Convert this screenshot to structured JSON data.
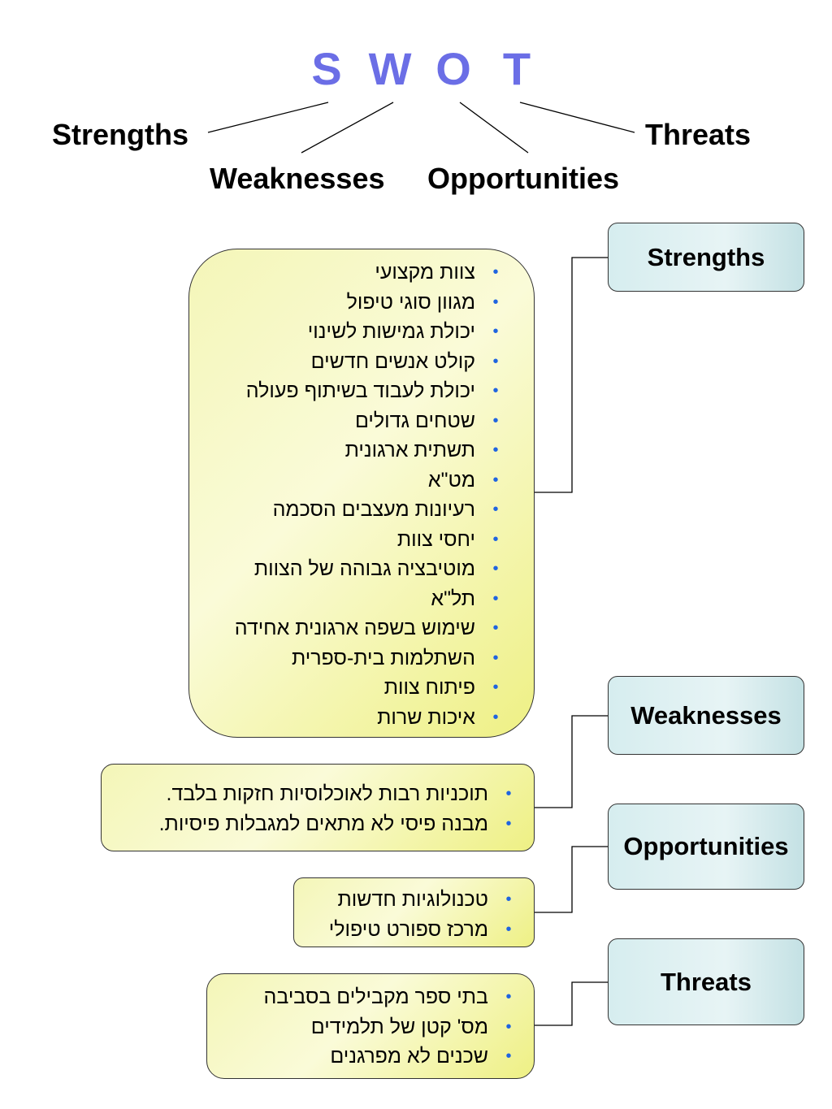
{
  "acronym": {
    "letters": [
      "S",
      "W",
      "O",
      "T"
    ],
    "words": {
      "strengths": "Strengths",
      "weaknesses": "Weaknesses",
      "opportunities": "Opportunities",
      "threats": "Threats"
    }
  },
  "colors": {
    "letters": "#6b6ee6",
    "bullet": "#1f64e0",
    "header_box": "#d6edef",
    "list_box": "#f4f6b8"
  },
  "sections": [
    {
      "key": "strengths",
      "label": "Strengths",
      "items": [
        "צוות מקצועי",
        "מגוון סוגי טיפול",
        "יכולת גמישות לשינוי",
        "קולט אנשים חדשים",
        "יכולת לעבוד בשיתוף פעולה",
        "שטחים גדולים",
        "תשתית ארגונית",
        "מט\"א",
        "רעיונות מעצבים הסכמה",
        "יחסי צוות",
        "מוטיבציה גבוהה של הצוות",
        "תל\"א",
        "שימוש בשפה ארגונית אחידה",
        "השתלמות בית-ספרית",
        "פיתוח צוות",
        "איכות שרות"
      ]
    },
    {
      "key": "weaknesses",
      "label": "Weaknesses",
      "items": [
        "תוכניות רבות לאוכלוסיות חזקות בלבד.",
        "מבנה פיסי לא מתאים למגבלות פיסיות."
      ]
    },
    {
      "key": "opportunities",
      "label": "Opportunities",
      "items": [
        "טכנולוגיות חדשות",
        "מרכז ספורט טיפולי"
      ]
    },
    {
      "key": "threats",
      "label": "Threats",
      "items": [
        "בתי ספר מקבילים בסביבה",
        "מס' קטן של תלמידים",
        "שכנים לא מפרגנים"
      ]
    }
  ]
}
